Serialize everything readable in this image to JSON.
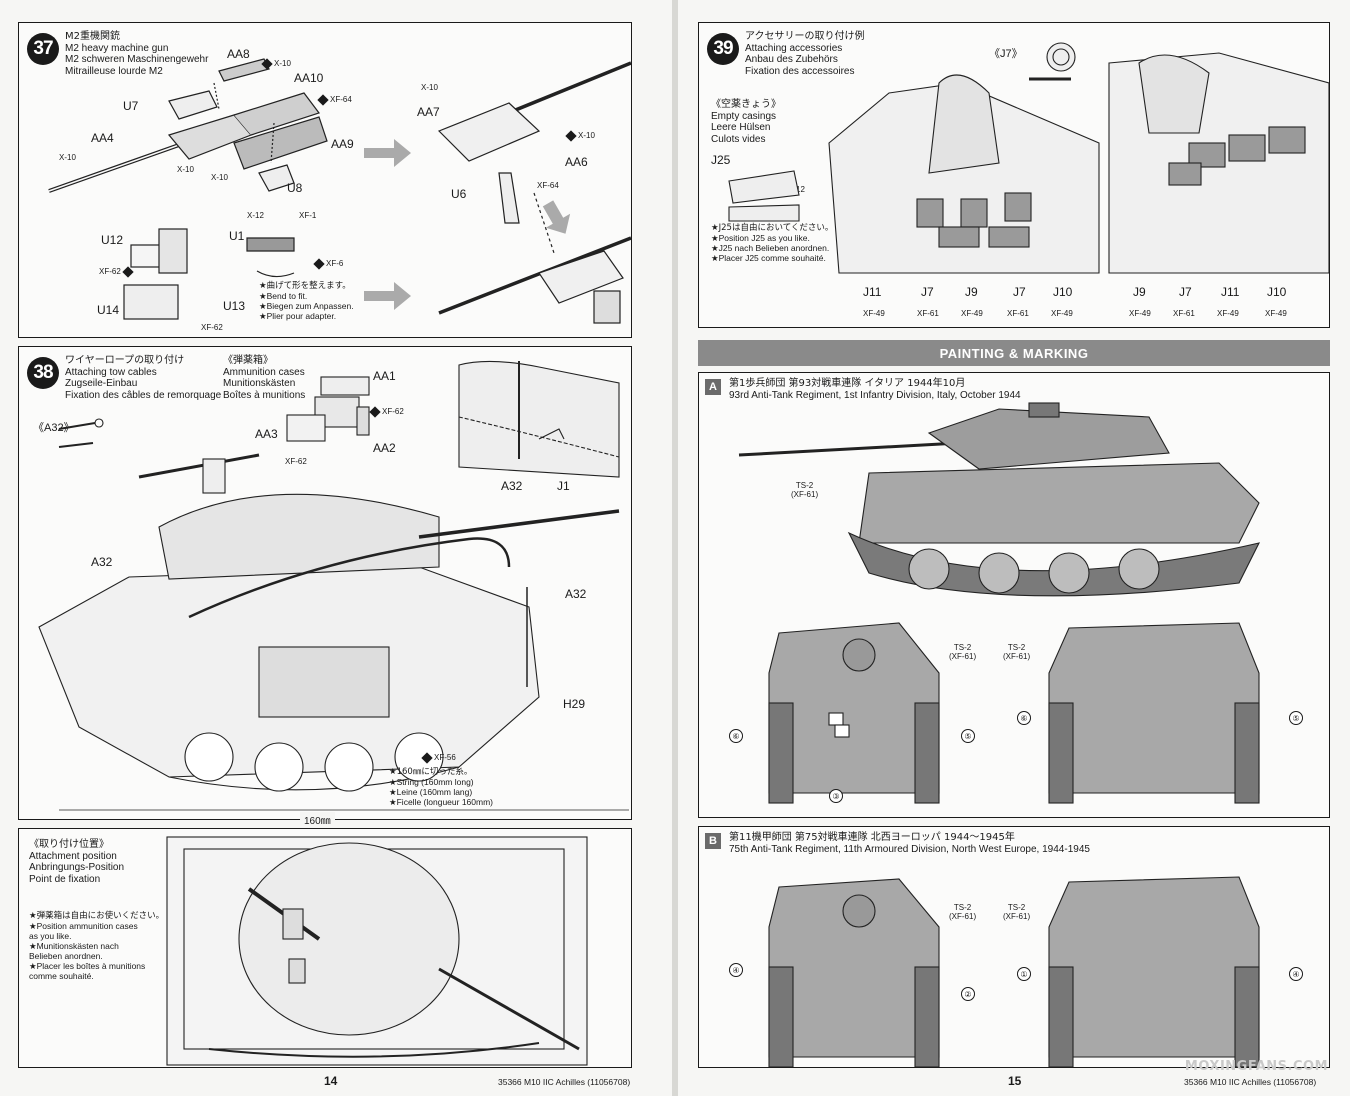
{
  "step37": {
    "number": "37",
    "title_jp": "M2重機関銃",
    "title_en": "M2 heavy machine gun",
    "title_de": "M2 schweren Maschinengewehr",
    "title_fr": "Mitrailleuse lourde M2",
    "parts": [
      "AA8",
      "AA10",
      "U7",
      "AA4",
      "AA9",
      "U8",
      "AA7",
      "U6",
      "AA6",
      "U12",
      "U1",
      "U14",
      "U13"
    ],
    "paints": [
      "X-10",
      "XF-64",
      "X-10",
      "X-10",
      "X-10",
      "X-10",
      "X-10",
      "XF-64",
      "X-12",
      "XF-1",
      "XF-6",
      "XF-62",
      "XF-62"
    ],
    "note_jp": "★曲げて形を整えます。",
    "note_en": "★Bend to fit.",
    "note_de": "★Biegen zum Anpassen.",
    "note_fr": "★Plier pour adapter."
  },
  "step38": {
    "number": "38",
    "title_jp": "ワイヤーロープの取り付け",
    "title_en": "Attaching tow cables",
    "title_de": "Zugseile-Einbau",
    "title_fr": "Fixation des câbles de remorquage",
    "ammo_jp": "《弾薬箱》",
    "ammo_en": "Ammunition cases",
    "ammo_de": "Munitionskästen",
    "ammo_fr": "Boîtes à munitions",
    "a32_group": "《A32》",
    "parts": [
      "AA1",
      "AA3",
      "AA2",
      "A32",
      "J1",
      "A32",
      "A32",
      "H29"
    ],
    "paints": [
      "XF-62",
      "XF-62",
      "XF-56"
    ],
    "string_jp": "★160㎜に切った糸。",
    "string_en": "★String (160mm long)",
    "string_de": "★Leine (160mm lang)",
    "string_fr": "★Ficelle (longueur 160mm)",
    "length": "160㎜"
  },
  "attach": {
    "title_jp": "《取り付け位置》",
    "title_en": "Attachment position",
    "title_de": "Anbringungs-Position",
    "title_fr": "Point de fixation",
    "note_jp": "★弾薬箱は自由にお使いください。",
    "note_en1": "★Position ammunition cases",
    "note_en2": "as you like.",
    "note_de1": "★Munitionskästen nach",
    "note_de2": "Belieben anordnen.",
    "note_fr1": "★Placer les boîtes à munitions",
    "note_fr2": "comme souhaité."
  },
  "step39": {
    "number": "39",
    "title_jp": "アクセサリーの取り付け例",
    "title_en": "Attaching accessories",
    "title_de": "Anbau des Zubehörs",
    "title_fr": "Fixation des accessoires",
    "j7": "《J7》",
    "cas_jp": "《空薬きょう》",
    "cas_en": "Empty casings",
    "cas_de": "Leere Hülsen",
    "cas_fr": "Culots vides",
    "j25": "J25",
    "j25_paint": "X-12",
    "j25_note_jp": "★J25は自由においてください。",
    "j25_note_en": "★Position J25 as you like.",
    "j25_note_de": "★J25 nach Belieben anordnen.",
    "j25_note_fr": "★Placer J25 comme souhaité.",
    "left_parts": [
      {
        "p": "J11",
        "c": "XF-49"
      },
      {
        "p": "J7",
        "c": "XF-61"
      },
      {
        "p": "J9",
        "c": "XF-49"
      },
      {
        "p": "J7",
        "c": "XF-61"
      },
      {
        "p": "J10",
        "c": "XF-49"
      }
    ],
    "right_parts": [
      {
        "p": "J9",
        "c": "XF-49"
      },
      {
        "p": "J7",
        "c": "XF-61"
      },
      {
        "p": "J11",
        "c": "XF-49"
      },
      {
        "p": "J10",
        "c": "XF-49"
      }
    ]
  },
  "painting": {
    "header": "PAINTING & MARKING",
    "a_letter": "A",
    "a_jp": "第1歩兵師団 第93対戦車連隊 イタリア 1944年10月",
    "a_en": "93rd Anti-Tank Regiment, 1st Infantry Division, Italy, October 1944",
    "a_paint": "TS-2",
    "a_paint2": "(XF-61)",
    "b_letter": "B",
    "b_jp": "第11機甲師団 第75対戦車連隊 北西ヨーロッパ 1944〜1945年",
    "b_en": "75th Anti-Tank Regiment, 11th Armoured Division, North West Europe, 1944-1945",
    "decals_a": [
      "⑥",
      "③",
      "⑤",
      "⑥",
      "⑤"
    ],
    "decals_b": [
      "④",
      "②",
      "①",
      "④"
    ]
  },
  "footer": {
    "page_left": "14",
    "page_right": "15",
    "product_left": "35366   M10 IIC Achilles (11056708)",
    "product_right": "35366   M10 IIC Achilles (11056708)",
    "watermark": "MOXINGFANS.COM"
  }
}
